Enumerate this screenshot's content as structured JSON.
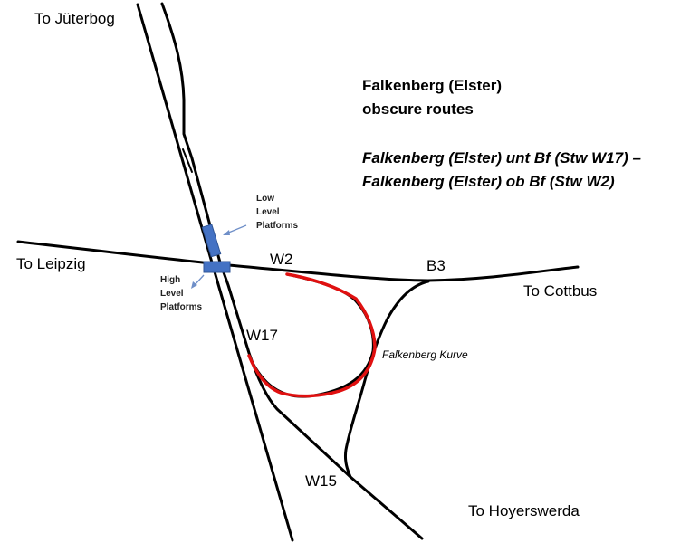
{
  "title": {
    "line1": "Falkenberg (Elster)",
    "line2": "obscure routes",
    "route1": "Falkenberg (Elster) unt Bf (Stw W17) –",
    "route2": "Falkenberg (Elster) ob Bf (Stw W2)"
  },
  "destinations": {
    "juterbog": "To Jüterbog",
    "leipzig": "To Leipzig",
    "cottbus": "To Cottbus",
    "hoyerswerda": "To Hoyerswerda"
  },
  "platforms": {
    "low": [
      "Low",
      "Level",
      "Platforms"
    ],
    "high": [
      "High",
      "Level",
      "Platforms"
    ]
  },
  "junctions": {
    "w2": "W2",
    "b3": "B3",
    "w17": "W17",
    "w15": "W15",
    "kurve": "Falkenberg Kurve"
  },
  "colors": {
    "track": "#000000",
    "highlight_route": "#e01010",
    "platform": "#4472c4",
    "arrow": "#6f8fc8"
  }
}
